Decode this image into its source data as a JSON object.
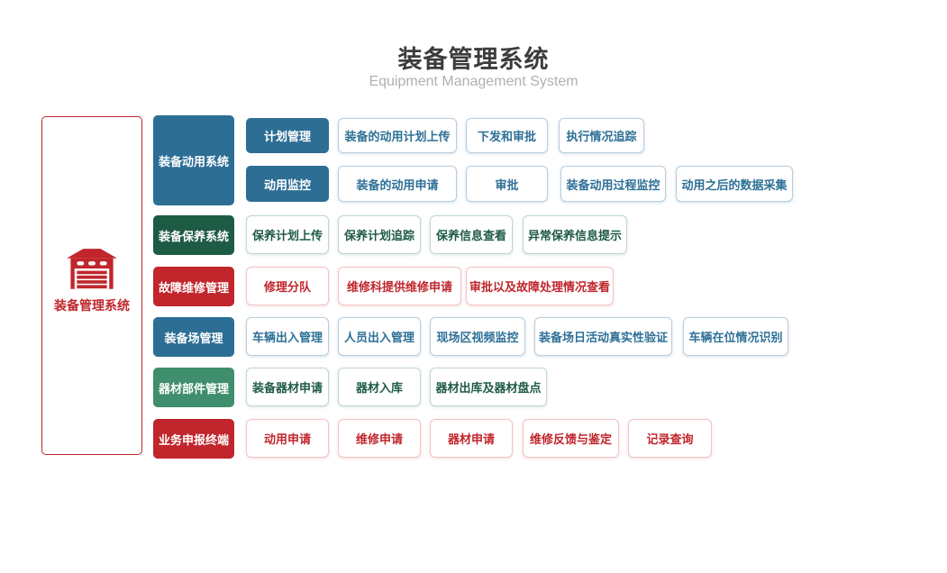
{
  "header": {
    "title": "装备管理系统",
    "subtitle": "Equipment Management System"
  },
  "root": {
    "label": "装备管理系统",
    "icon": "garage-depot-icon"
  },
  "palette": {
    "blue": "#2D6E95",
    "dark_green": "#1E5B44",
    "medium_green": "#3F8E6D",
    "red": "#C0262C",
    "outline_blue_border": "#B9CEDD",
    "outline_green_border": "#BFD7CB",
    "outline_red_border": "#F2C3C3",
    "outline_red_strong_border": "#DD8282",
    "title_color": "#3C3C3C",
    "subtitle_color": "#B1B1B1"
  },
  "modules": [
    {
      "label": "装备动用系统",
      "theme": "blue",
      "groups": [
        {
          "label": "计划管理",
          "items": [
            "装备的动用计划上传",
            "下发和审批",
            "执行情况追踪"
          ]
        },
        {
          "label": "动用监控",
          "items": [
            "装备的动用申请",
            "审批",
            "装备动用过程监控",
            "动用之后的数据采集"
          ]
        }
      ]
    },
    {
      "label": "装备保养系统",
      "theme": "dark-green",
      "items": [
        "保养计划上传",
        "保养计划追踪",
        "保养信息查看",
        "异常保养信息提示"
      ]
    },
    {
      "label": "故障维修管理",
      "theme": "red",
      "items": [
        "修理分队",
        "维修科提供维修申请",
        "审批以及故障处理情况查看"
      ]
    },
    {
      "label": "装备场管理",
      "theme": "blue",
      "items": [
        "车辆出入管理",
        "人员出入管理",
        "现场区视频监控",
        "装备场日活动真实性验证",
        "车辆在位情况识别"
      ]
    },
    {
      "label": "器材部件管理",
      "theme": "medium-green",
      "items": [
        "装备器材申请",
        "器材入库",
        "器材出库及器材盘点"
      ]
    },
    {
      "label": "业务申报终端",
      "theme": "red",
      "items": [
        "动用申请",
        "维修申请",
        "器材申请",
        "维修反馈与鉴定",
        "记录查询"
      ]
    }
  ]
}
